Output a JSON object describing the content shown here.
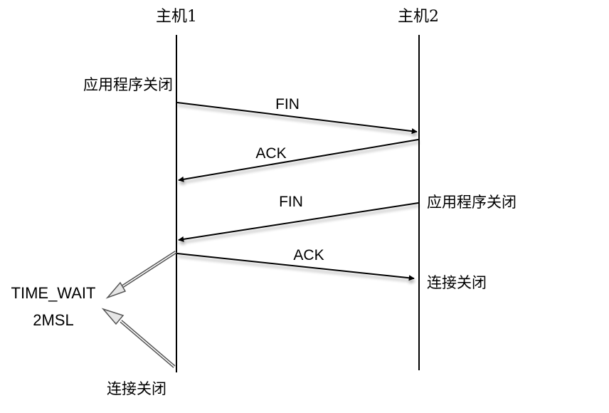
{
  "diagram": {
    "title": "TCP connection termination (four-way handshake)",
    "hosts": [
      {
        "id": "host1",
        "label": "主机1"
      },
      {
        "id": "host2",
        "label": "主机2"
      }
    ],
    "events": {
      "host1_app_close": "应用程序关闭",
      "host2_app_close": "应用程序关闭",
      "host2_conn_closed": "连接关闭",
      "host1_conn_closed": "连接关闭"
    },
    "messages": [
      {
        "label": "FIN",
        "from": "host1",
        "to": "host2"
      },
      {
        "label": "ACK",
        "from": "host2",
        "to": "host1"
      },
      {
        "label": "FIN",
        "from": "host2",
        "to": "host1"
      },
      {
        "label": "ACK",
        "from": "host1",
        "to": "host2"
      }
    ],
    "wait_state": {
      "line1": "TIME_WAIT",
      "line2": "2MSL"
    }
  }
}
